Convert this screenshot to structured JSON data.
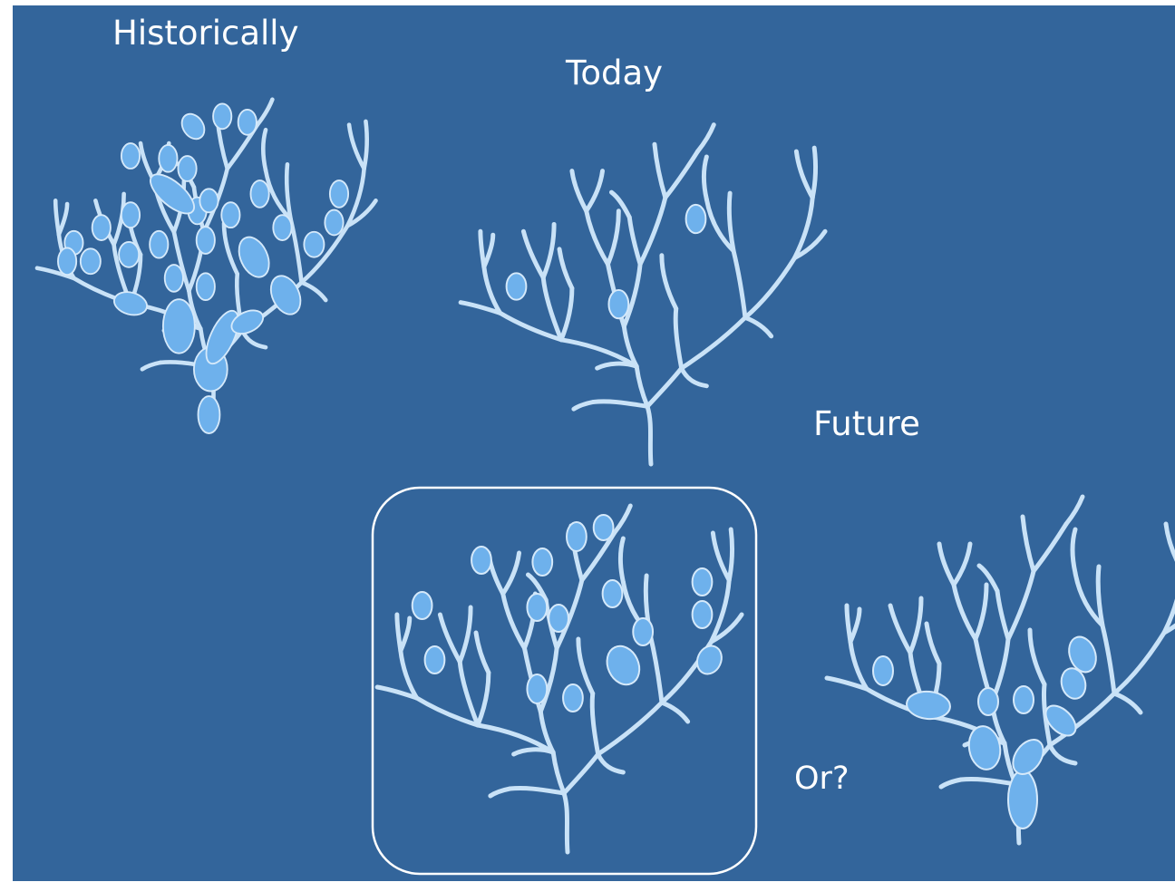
{
  "labels": {
    "historically": "Historically",
    "today": "Today",
    "future": "Future",
    "or": "Or?"
  },
  "colors": {
    "background": "#33659b",
    "branch": "#c9e2f7",
    "bud": "#6eb1ec",
    "bud_outline": "#d5e9fa",
    "text": "#ffffff",
    "frame": "#ffffff"
  }
}
